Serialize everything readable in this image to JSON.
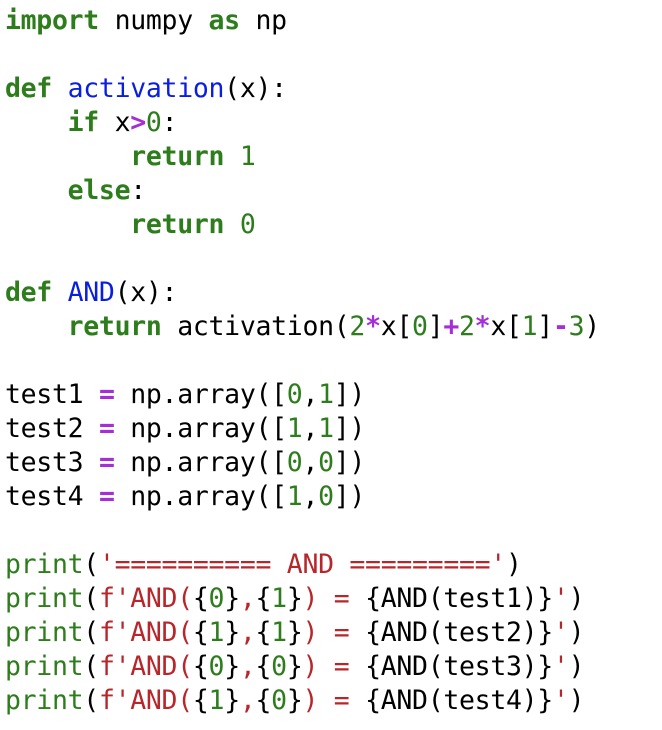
{
  "editor": {
    "colors": {
      "keyword": "#2e7d1c",
      "function_name": "#0a1ee0",
      "operator": "#a52ed8",
      "number": "#2e7d1c",
      "builtin": "#2e7d1c",
      "string": "#b7262b",
      "default": "#000000",
      "background": "#ffffff"
    },
    "lines": [
      [
        {
          "t": "import",
          "c": "kw"
        },
        {
          "t": " numpy "
        },
        {
          "t": "as",
          "c": "kw"
        },
        {
          "t": " np"
        }
      ],
      [],
      [
        {
          "t": "def",
          "c": "kw"
        },
        {
          "t": " "
        },
        {
          "t": "activation",
          "c": "fn"
        },
        {
          "t": "(x):"
        }
      ],
      [
        {
          "t": "    "
        },
        {
          "t": "if",
          "c": "kw"
        },
        {
          "t": " x"
        },
        {
          "t": ">",
          "c": "op"
        },
        {
          "t": "0",
          "c": "num"
        },
        {
          "t": ":"
        }
      ],
      [
        {
          "t": "        "
        },
        {
          "t": "return",
          "c": "kw"
        },
        {
          "t": " "
        },
        {
          "t": "1",
          "c": "num"
        }
      ],
      [
        {
          "t": "    "
        },
        {
          "t": "else",
          "c": "kw"
        },
        {
          "t": ":"
        }
      ],
      [
        {
          "t": "        "
        },
        {
          "t": "return",
          "c": "kw"
        },
        {
          "t": " "
        },
        {
          "t": "0",
          "c": "num"
        }
      ],
      [],
      [
        {
          "t": "def",
          "c": "kw"
        },
        {
          "t": " "
        },
        {
          "t": "AND",
          "c": "fn"
        },
        {
          "t": "(x):"
        }
      ],
      [
        {
          "t": "    "
        },
        {
          "t": "return",
          "c": "kw"
        },
        {
          "t": " activation("
        },
        {
          "t": "2",
          "c": "num"
        },
        {
          "t": "*",
          "c": "op"
        },
        {
          "t": "x["
        },
        {
          "t": "0",
          "c": "num"
        },
        {
          "t": "]"
        },
        {
          "t": "+",
          "c": "op"
        },
        {
          "t": "2",
          "c": "num"
        },
        {
          "t": "*",
          "c": "op"
        },
        {
          "t": "x["
        },
        {
          "t": "1",
          "c": "num"
        },
        {
          "t": "]"
        },
        {
          "t": "-",
          "c": "op"
        },
        {
          "t": "3",
          "c": "num"
        },
        {
          "t": ")"
        }
      ],
      [],
      [
        {
          "t": "test1 "
        },
        {
          "t": "=",
          "c": "op"
        },
        {
          "t": " np.array(["
        },
        {
          "t": "0",
          "c": "num"
        },
        {
          "t": ","
        },
        {
          "t": "1",
          "c": "num"
        },
        {
          "t": "])"
        }
      ],
      [
        {
          "t": "test2 "
        },
        {
          "t": "=",
          "c": "op"
        },
        {
          "t": " np.array(["
        },
        {
          "t": "1",
          "c": "num"
        },
        {
          "t": ","
        },
        {
          "t": "1",
          "c": "num"
        },
        {
          "t": "])"
        }
      ],
      [
        {
          "t": "test3 "
        },
        {
          "t": "=",
          "c": "op"
        },
        {
          "t": " np.array(["
        },
        {
          "t": "0",
          "c": "num"
        },
        {
          "t": ","
        },
        {
          "t": "0",
          "c": "num"
        },
        {
          "t": "])"
        }
      ],
      [
        {
          "t": "test4 "
        },
        {
          "t": "=",
          "c": "op"
        },
        {
          "t": " np.array(["
        },
        {
          "t": "1",
          "c": "num"
        },
        {
          "t": ","
        },
        {
          "t": "0",
          "c": "num"
        },
        {
          "t": "])"
        }
      ],
      [],
      [
        {
          "t": "print",
          "c": "bi"
        },
        {
          "t": "("
        },
        {
          "t": "'========== AND ========='",
          "c": "str"
        },
        {
          "t": ")"
        }
      ],
      [
        {
          "t": "print",
          "c": "bi"
        },
        {
          "t": "("
        },
        {
          "t": "f'AND(",
          "c": "str"
        },
        {
          "t": "{"
        },
        {
          "t": "0",
          "c": "num"
        },
        {
          "t": "}"
        },
        {
          "t": ",",
          "c": "str"
        },
        {
          "t": "{"
        },
        {
          "t": "1",
          "c": "num"
        },
        {
          "t": "}"
        },
        {
          "t": ") = ",
          "c": "str"
        },
        {
          "t": "{AND(test1)}"
        },
        {
          "t": "'",
          "c": "str"
        },
        {
          "t": ")"
        }
      ],
      [
        {
          "t": "print",
          "c": "bi"
        },
        {
          "t": "("
        },
        {
          "t": "f'AND(",
          "c": "str"
        },
        {
          "t": "{"
        },
        {
          "t": "1",
          "c": "num"
        },
        {
          "t": "}"
        },
        {
          "t": ",",
          "c": "str"
        },
        {
          "t": "{"
        },
        {
          "t": "1",
          "c": "num"
        },
        {
          "t": "}"
        },
        {
          "t": ") = ",
          "c": "str"
        },
        {
          "t": "{AND(test2)}"
        },
        {
          "t": "'",
          "c": "str"
        },
        {
          "t": ")"
        }
      ],
      [
        {
          "t": "print",
          "c": "bi"
        },
        {
          "t": "("
        },
        {
          "t": "f'AND(",
          "c": "str"
        },
        {
          "t": "{"
        },
        {
          "t": "0",
          "c": "num"
        },
        {
          "t": "}"
        },
        {
          "t": ",",
          "c": "str"
        },
        {
          "t": "{"
        },
        {
          "t": "0",
          "c": "num"
        },
        {
          "t": "}"
        },
        {
          "t": ") = ",
          "c": "str"
        },
        {
          "t": "{AND(test3)}"
        },
        {
          "t": "'",
          "c": "str"
        },
        {
          "t": ")"
        }
      ],
      [
        {
          "t": "print",
          "c": "bi"
        },
        {
          "t": "("
        },
        {
          "t": "f'AND(",
          "c": "str"
        },
        {
          "t": "{"
        },
        {
          "t": "1",
          "c": "num"
        },
        {
          "t": "}"
        },
        {
          "t": ",",
          "c": "str"
        },
        {
          "t": "{"
        },
        {
          "t": "0",
          "c": "num"
        },
        {
          "t": "}"
        },
        {
          "t": ") = ",
          "c": "str"
        },
        {
          "t": "{AND(test4)}"
        },
        {
          "t": "'",
          "c": "str"
        },
        {
          "t": ")"
        }
      ]
    ]
  }
}
